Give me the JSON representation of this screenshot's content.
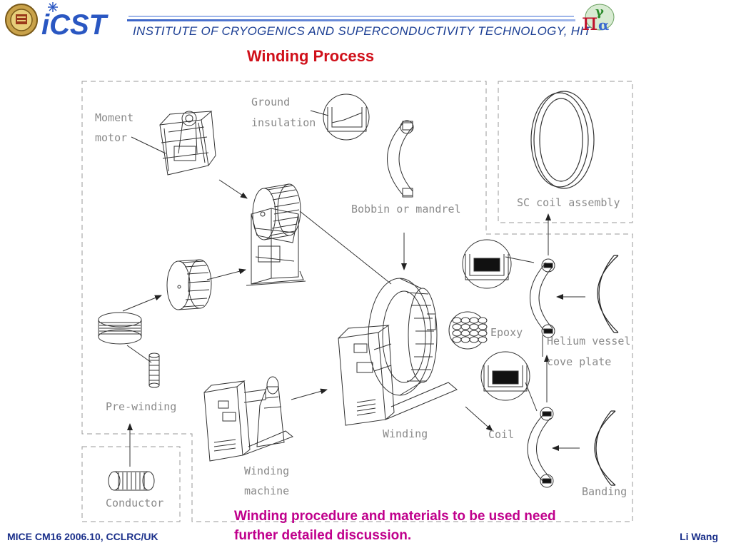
{
  "header": {
    "logo_text": "iCST",
    "institute": "INSTITUTE OF CRYOGENICS AND SUPERCONDUCTIVITY TECHNOLOGY, HIT"
  },
  "slide": {
    "title": "Winding Process",
    "note_line1": "Winding procedure and materials to be used need",
    "note_line2": "further detailed discussion."
  },
  "labels": {
    "moment_1": "Moment",
    "moment_2": "motor",
    "ground_1": "Ground",
    "ground_2": "insulation",
    "bobbin": "Bobbin or mandrel",
    "sc_coil": "SC coil assembly",
    "epoxy": "Epoxy",
    "helium_1": "Helium vessel",
    "helium_2": "cove plate",
    "prewinding": "Pre-winding",
    "winding": "Winding",
    "coil": "Coil",
    "machine_1": "Winding",
    "machine_2": "machine",
    "banding": "Banding",
    "conductor": "Conductor"
  },
  "footer": {
    "left": "MICE CM16 2006.10, CCLRC/UK",
    "right": "Li Wang"
  },
  "colors": {
    "title": "#d0101a",
    "note": "#c0008c",
    "footer": "#1a2f8a",
    "header_text": "#1c3f94",
    "label_gray": "#8a8a8a"
  }
}
